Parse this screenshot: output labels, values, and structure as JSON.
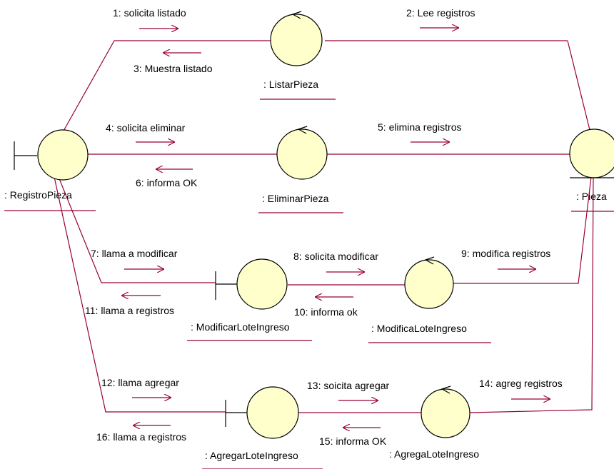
{
  "colors": {
    "link": "#990033",
    "object_fill": "#ffffcc",
    "object_stroke": "#000000",
    "background": "#ffffff"
  },
  "objects": {
    "registro_pieza": {
      "name": ": RegistroPieza",
      "kind": "boundary"
    },
    "listar_pieza": {
      "name": ": ListarPieza",
      "kind": "control"
    },
    "eliminar_pieza": {
      "name": ": EliminarPieza",
      "kind": "control"
    },
    "pieza": {
      "name": ": Pieza",
      "kind": "entity"
    },
    "modificar_lote_ingreso": {
      "name": ": ModificarLoteIngreso",
      "kind": "boundary"
    },
    "modifica_lote_ingreso": {
      "name": ": ModificaLoteIngreso",
      "kind": "control"
    },
    "agregar_lote_ingreso": {
      "name": ": AgregarLoteIngreso",
      "kind": "boundary"
    },
    "agrega_lote_ingreso": {
      "name": ": AgregaLoteIngreso",
      "kind": "control"
    }
  },
  "messages": {
    "m1": "1: solicita listado",
    "m2": "2: Lee registros",
    "m3": "3: Muestra listado",
    "m4": "4: solicita eliminar",
    "m5": "5: elimina registros",
    "m6": "6: informa OK",
    "m7": "7: llama a modificar",
    "m8": "8: solicita modificar",
    "m9": "9: modifica registros",
    "m10": "10: informa ok",
    "m11": "11: llama a registros",
    "m12": "12: llama agregar",
    "m13": "13: soicita agregar",
    "m14": "14: agreg registros",
    "m15": "15: informa OK",
    "m16": "16: llama a registros"
  }
}
